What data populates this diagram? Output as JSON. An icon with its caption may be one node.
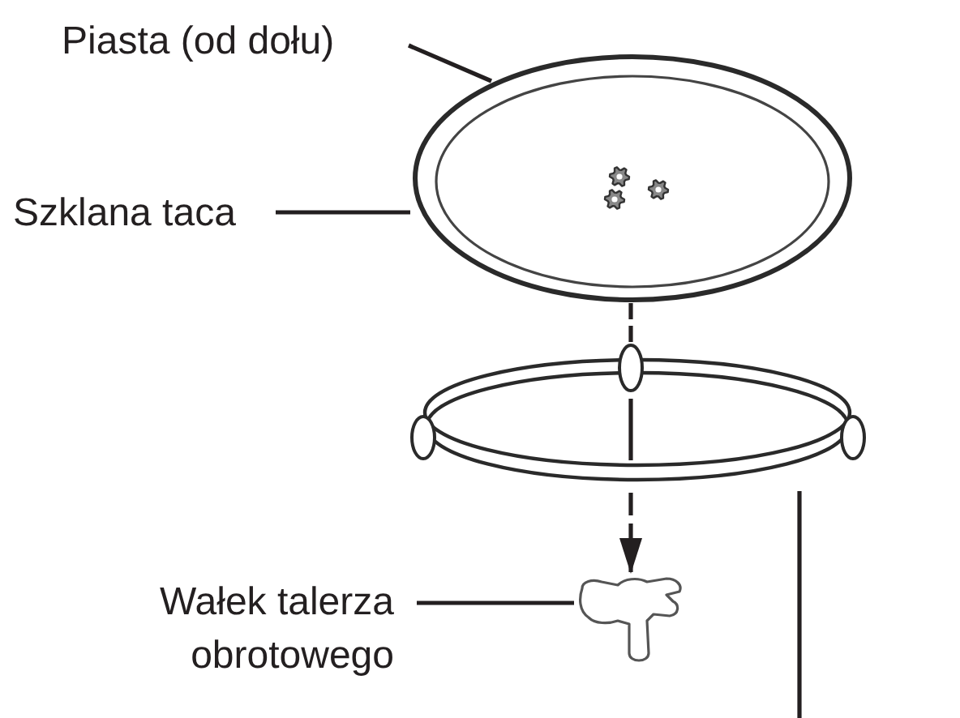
{
  "diagram": {
    "nodes": [
      {
        "text": [
          "Piasta (od dołu)"
        ]
      },
      {
        "text": [
          "Szklana taca"
        ]
      },
      {
        "text": [],
        "shape": "picture"
      },
      {
        "text": [],
        "shape": "ring"
      },
      {
        "text": [
          "Wałek talerza obrotowego"
        ]
      },
      {
        "text": [],
        "shape": "picture"
      }
    ],
    "edges": [
      {
        "from": 0,
        "to": 2,
        "arrow": "none"
      },
      {
        "from": 1,
        "to": 2,
        "arrow": "none"
      },
      {
        "from": 2,
        "to": 3,
        "arrow": "none",
        "style": "dashed"
      },
      {
        "from": 3,
        "to": 5,
        "arrow": "to",
        "style": "dashed"
      },
      {
        "from": 4,
        "to": 5,
        "arrow": "none"
      },
      {
        "from": null,
        "to": 3,
        "arrow": "none"
      }
    ]
  }
}
